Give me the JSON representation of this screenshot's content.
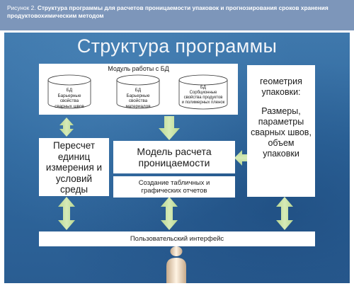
{
  "caption": {
    "figure_label": "Рисунок 2.",
    "text": "Структура программы для расчетов проницаемости упаковок и прогнозирования сроков хранения продуктовохимическим методом"
  },
  "diagram": {
    "title": "Структура программы",
    "db_module": {
      "label": "Модуль работы с БД",
      "databases": [
        {
          "line1": "БД",
          "line2": "Барьерные свойства",
          "line3": "сварных швов"
        },
        {
          "line1": "БД",
          "line2": "Барьерные свойства",
          "line3": "материалов"
        },
        {
          "line1": "БД",
          "line2": "Сорбционные",
          "line3": "свойства продуктов",
          "line4": "и полимерных пленок"
        }
      ]
    },
    "geometry_box": {
      "line1": "геометрия",
      "line2": "упаковки:",
      "line3": "Размеры,",
      "line4": "параметры",
      "line5": "сварных швов,",
      "line6": "объем",
      "line7": "упаковки"
    },
    "units_box": {
      "line1": "Пересчет",
      "line2": "единиц",
      "line3": "измерения и",
      "line4": "условий",
      "line5": "среды"
    },
    "model_box": {
      "line1": "Модель расчета",
      "line2": "проницаемости"
    },
    "reports_box": {
      "line1": "Создание табличных и",
      "line2": "графических отчетов"
    },
    "ui_bar": {
      "label": "Пользовательский интерфейс"
    },
    "colors": {
      "background": "#2f689e",
      "caption_bg": "#7d96ba",
      "arrow": "#c7e0a4",
      "box": "#ffffff"
    }
  }
}
